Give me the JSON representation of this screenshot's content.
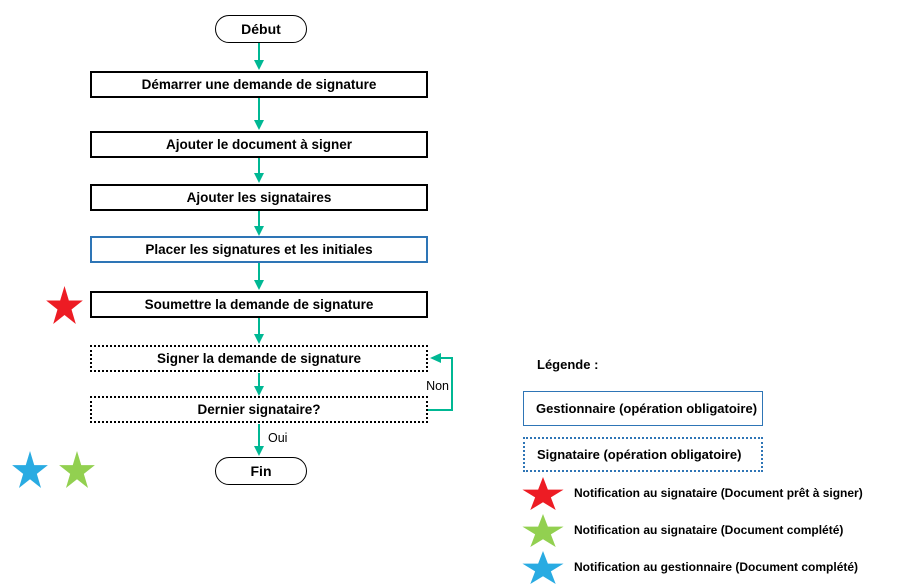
{
  "flowchart": {
    "start_label": "Début",
    "end_label": "Fin",
    "steps": [
      {
        "label": "Démarrer une demande de signature",
        "border": "solid-black"
      },
      {
        "label": "Ajouter le document à signer",
        "border": "solid-black"
      },
      {
        "label": "Ajouter les signataires",
        "border": "solid-black"
      },
      {
        "label": "Placer les signatures et les initiales",
        "border": "solid-blue"
      },
      {
        "label": "Soumettre la demande de signature",
        "border": "solid-black"
      },
      {
        "label": "Signer la demande de signature",
        "border": "dotted-black"
      },
      {
        "label": "Dernier signataire?",
        "border": "dotted-black"
      }
    ],
    "branch_labels": {
      "no": "Non",
      "yes": "Oui"
    },
    "stars": [
      {
        "name": "red-star",
        "attached_to": "Soumettre la demande de signature"
      },
      {
        "name": "blue-star",
        "attached_to": "Fin"
      },
      {
        "name": "green-star",
        "attached_to": "Fin"
      }
    ]
  },
  "legend": {
    "title": "Légende :",
    "boxes": [
      {
        "label": "Gestionnaire (opération obligatoire)",
        "border": "solid"
      },
      {
        "label": "Signataire (opération obligatoire)",
        "border": "dotted"
      }
    ],
    "stars": [
      {
        "color_name": "red",
        "label": "Notification au signataire (Document prêt à signer)"
      },
      {
        "color_name": "green",
        "label": "Notification au signataire (Document complété)"
      },
      {
        "color_name": "blue",
        "label": "Notification au gestionnaire (Document complété)"
      }
    ]
  },
  "colors": {
    "connector": "#00B894",
    "blue_border": "#2E75B6",
    "red_star": "#ED1C24",
    "green_star": "#92D050",
    "blue_star": "#29ABE2"
  }
}
